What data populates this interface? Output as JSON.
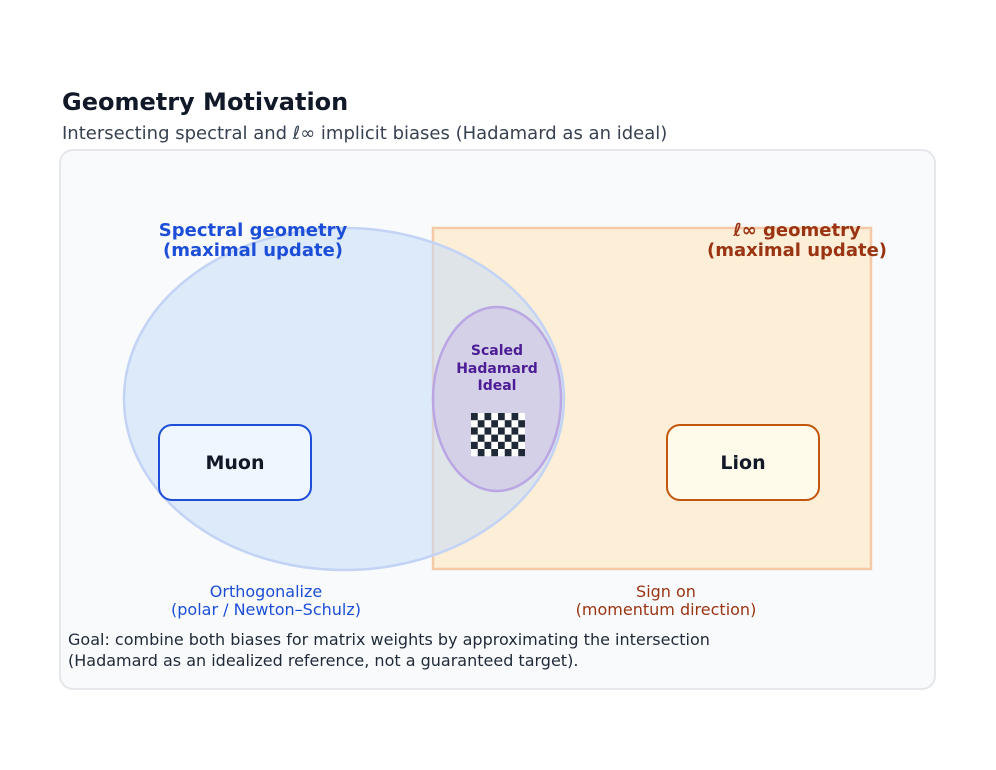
{
  "header": {
    "title": "Geometry Motivation",
    "subtitle": "Intersecting spectral and ℓ∞ implicit biases (Hadamard as an ideal)"
  },
  "regions": {
    "spectral": {
      "title_line1": "Spectral geometry",
      "title_line2": "(maximal update)",
      "color": "#1d4ed8",
      "fill": "#dbeafe"
    },
    "linf": {
      "title_line1": "ℓ∞ geometry",
      "title_line2": "(maximal update)",
      "color": "#9a3412",
      "fill": "#fde8c8"
    },
    "intersection": {
      "line1": "Scaled",
      "line2": "Hadamard",
      "line3": "Ideal",
      "color": "#4c1d95",
      "icon": "hadamard-matrix-icon"
    }
  },
  "nodes": {
    "muon": {
      "label": "Muon",
      "caption_line1": "Orthogonalize",
      "caption_line2": "(polar / Newton–Schulz)"
    },
    "lion": {
      "label": "Lion",
      "caption_line1": "Sign on",
      "caption_line2": "(momentum direction)"
    }
  },
  "footer": {
    "goal_line1": "Goal: combine both biases for matrix weights by approximating the intersection",
    "goal_line2": "(Hadamard as an idealized reference, not a guaranteed target)."
  }
}
